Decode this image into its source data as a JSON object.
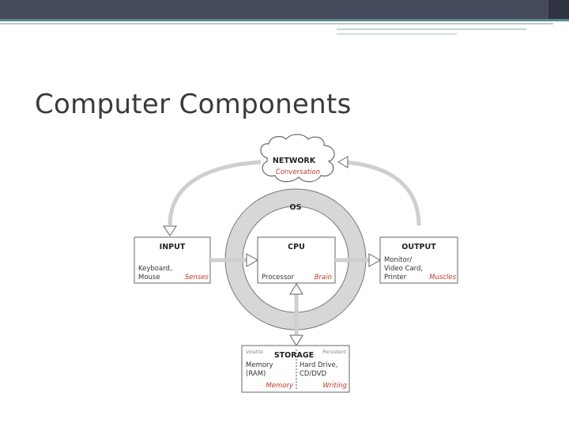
{
  "slide": {
    "title": "Computer Components",
    "accent_color": "#454a5c"
  },
  "diagram": {
    "network": {
      "label": "NETWORK",
      "sublabel": "Conversation"
    },
    "os": {
      "label": "OS"
    },
    "input": {
      "label": "INPUT",
      "line1": "Keyboard,",
      "line2": "Mouse",
      "role": "Senses"
    },
    "cpu": {
      "label": "CPU",
      "line1": "Processor",
      "role": "Brain"
    },
    "output": {
      "label": "OUTPUT",
      "line1": "Monitor/",
      "line2": "Video Card,",
      "line3": "Printer",
      "role": "Muscles"
    },
    "storage": {
      "label": "STORAGE",
      "volatile": "Volatile",
      "persistent": "Persistent",
      "left_line1": "Memory",
      "left_line2": "(RAM)",
      "left_role": "Memory",
      "right_line1": "Hard Drive,",
      "right_line2": "CD/DVD",
      "right_role": "Writing"
    }
  }
}
